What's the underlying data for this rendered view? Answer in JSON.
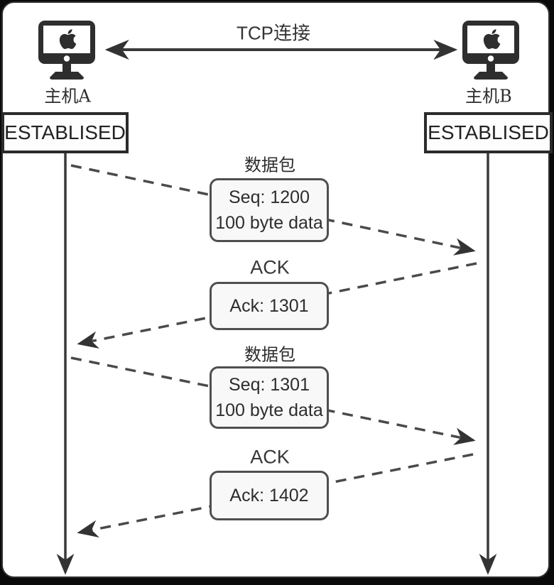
{
  "diagram": {
    "connection_label": "TCP连接",
    "hosts": [
      {
        "name": "主机A",
        "state": "ESTABLISED",
        "icon": "imac-apple-icon"
      },
      {
        "name": "主机B",
        "state": "ESTABLISED",
        "icon": "imac-apple-icon"
      }
    ],
    "messages": [
      {
        "label": "数据包",
        "from": "主机A",
        "to": "主机B",
        "lines": [
          "Seq: 1200",
          "100 byte data"
        ]
      },
      {
        "label": "ACK",
        "from": "主机B",
        "to": "主机A",
        "lines": [
          "Ack: 1301"
        ]
      },
      {
        "label": "数据包",
        "from": "主机A",
        "to": "主机B",
        "lines": [
          "Seq: 1301",
          "100 byte data"
        ]
      },
      {
        "label": "ACK",
        "from": "主机B",
        "to": "主机A",
        "lines": [
          "Ack: 1402"
        ]
      }
    ],
    "colors": {
      "background": "#000000",
      "canvas": "#ffffff",
      "solid_line": "#3a3a3a",
      "dashed_line": "#4a4a4a",
      "msg_box_border": "#4f4f4f",
      "msg_box_background": "#f8f8f8",
      "state_box_border": "#2b2b2b",
      "text": "#2d2d2d"
    }
  }
}
